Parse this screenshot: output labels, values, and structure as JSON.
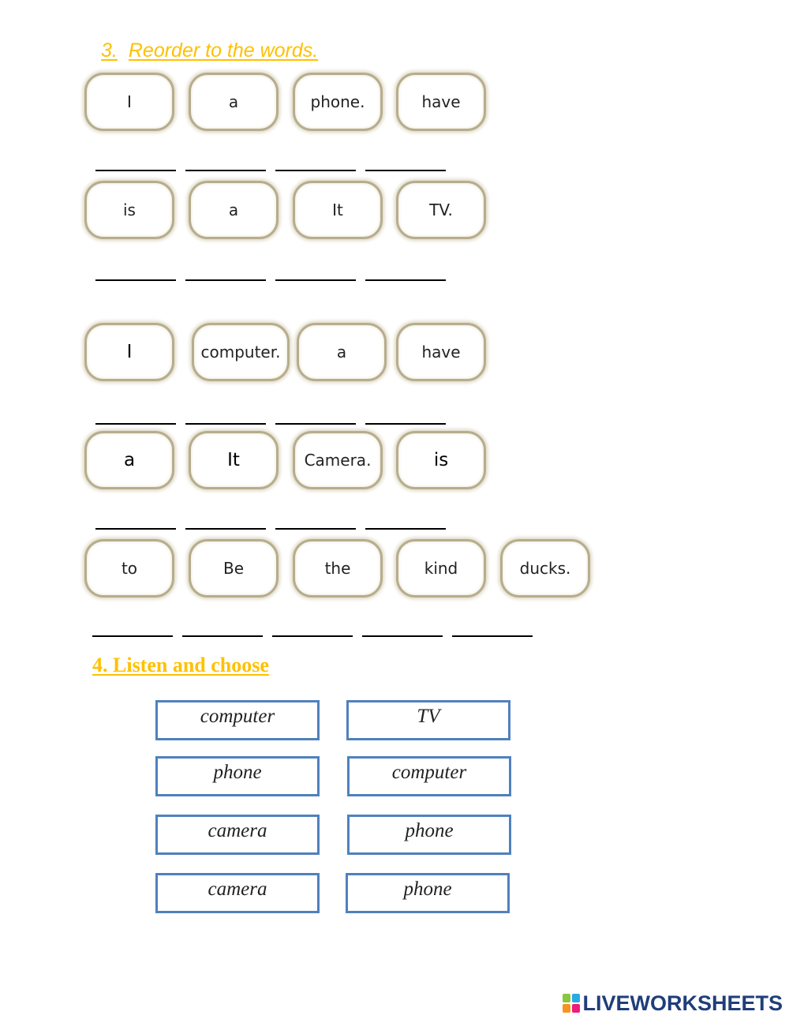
{
  "section3": {
    "number": "3.",
    "title": "Reorder to the words.",
    "rows": [
      [
        "I",
        "a",
        "phone.",
        "have"
      ],
      [
        "is",
        "a",
        "It",
        "TV."
      ],
      [
        "I",
        "computer.",
        "a",
        "have"
      ],
      [
        "a",
        "It",
        "Camera.",
        "is"
      ],
      [
        "to",
        "Be",
        "the",
        "kind",
        "ducks."
      ]
    ]
  },
  "section4": {
    "title": "4. Listen and choose",
    "pairs": [
      [
        "computer",
        "TV"
      ],
      [
        "phone",
        "computer"
      ],
      [
        "camera",
        "phone"
      ],
      [
        "camera",
        "phone"
      ]
    ]
  },
  "branding": {
    "logo_text": "LIVEWORKSHEETS"
  },
  "colors": {
    "heading": "#ffc000",
    "tile_border": "#b7ad8c",
    "choice_border": "#4f81bd",
    "logo": "#1f3e7a"
  }
}
